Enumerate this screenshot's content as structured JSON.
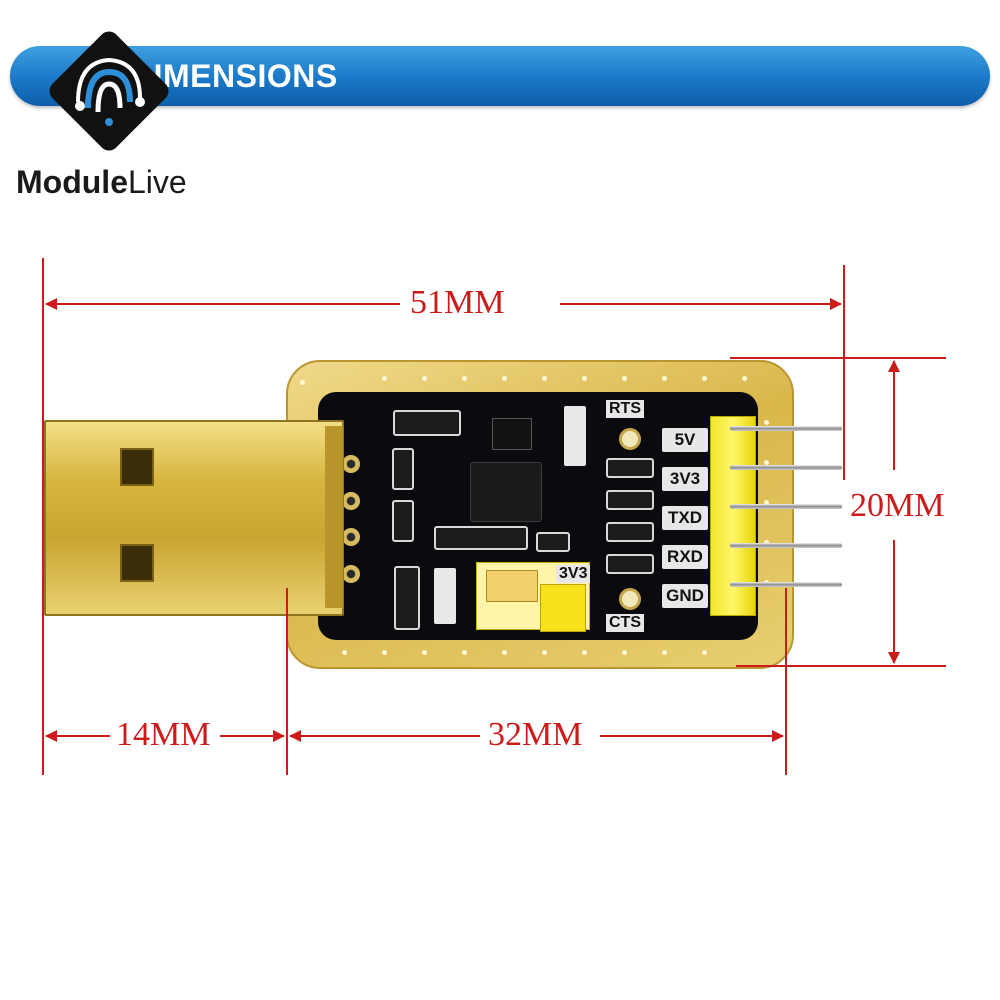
{
  "banner": {
    "title": "DIMENSIONS"
  },
  "logo": {
    "brand_bold": "Module",
    "brand_light": "Live"
  },
  "dimensions": {
    "overall_length": "51MM",
    "width": "20MM",
    "usb_length": "14MM",
    "board_length": "32MM"
  },
  "board": {
    "pins": [
      "5V",
      "3V3",
      "TXD",
      "RXD",
      "GND"
    ],
    "top_label": "RTS",
    "bottom_label": "CTS",
    "jumper_label": "3V3"
  },
  "colors": {
    "banner": "#1a78c8",
    "dimension_lines": "#cc1b1b",
    "pcb": "#d9b74a"
  }
}
